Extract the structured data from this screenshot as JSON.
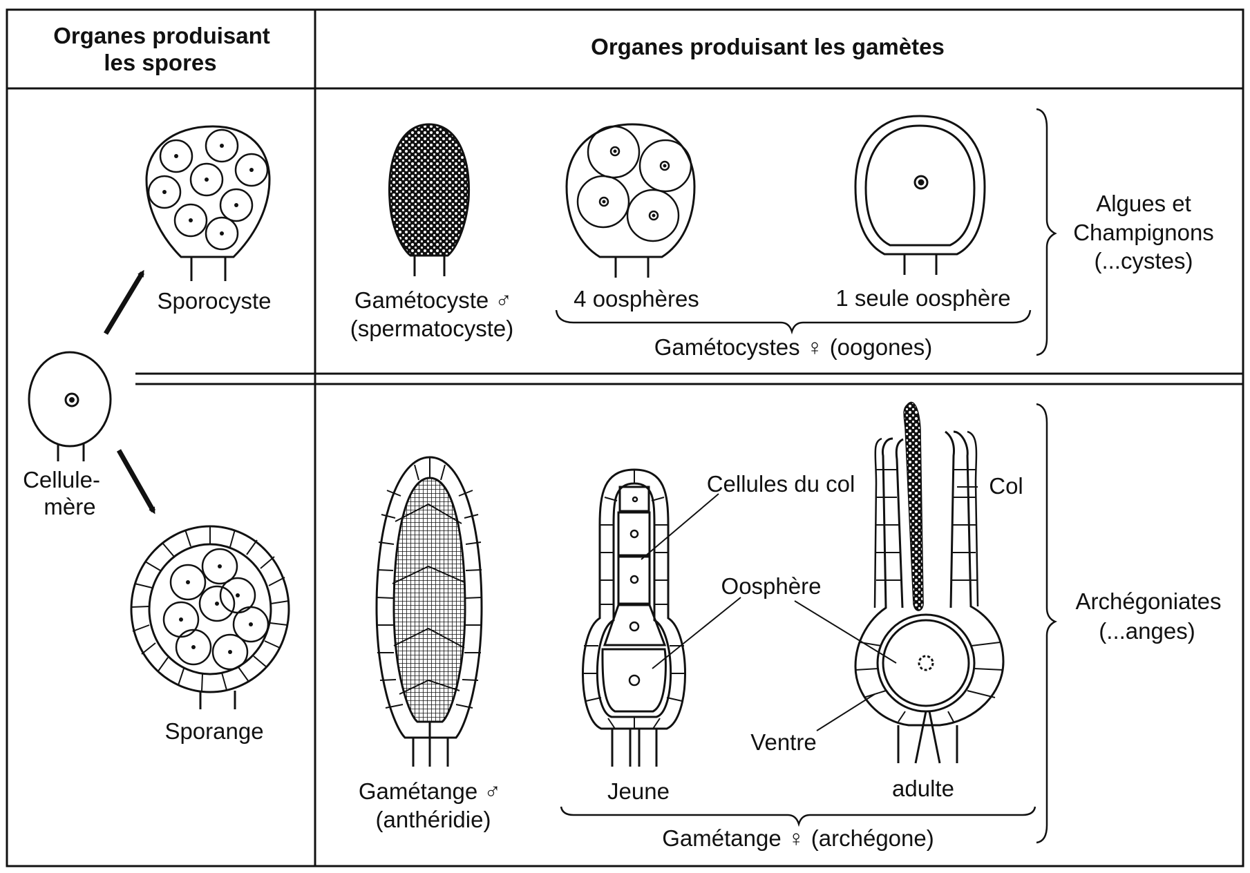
{
  "headers": {
    "spores_line1": "Organes  produisant",
    "spores_line2": "les spores",
    "gametes": "Organes  produisant les gamètes"
  },
  "cells": {
    "mother_line1": "Cellule-",
    "mother_line2": "mère",
    "sporocyste": "Sporocyste",
    "sporange": "Sporange"
  },
  "row1": {
    "gametocyste_m_line1": "Gamétocyste ♂",
    "gametocyste_m_line2": "(spermatocyste)",
    "four_oospheres": "4 oosphères",
    "one_oosphere": "1 seule oosphère",
    "gametocystes_f": "Gamétocystes ♀ (oogones)",
    "group_line1": "Algues et",
    "group_line2": "Champignons",
    "group_line3": "(...cystes)"
  },
  "row2": {
    "gametange_m_line1": "Gamétange ♂",
    "gametange_m_line2": "(anthéridie)",
    "cellules_col": "Cellules du col",
    "col": "Col",
    "oosphere": "Oosphère",
    "ventre": "Ventre",
    "jeune": "Jeune",
    "adulte": "adulte",
    "gametange_f": "Gamétange ♀ (archégone)",
    "group_line1": "Archégoniates",
    "group_line2": "(...anges)"
  },
  "colors": {
    "ink": "#111111",
    "paper": "#ffffff"
  }
}
